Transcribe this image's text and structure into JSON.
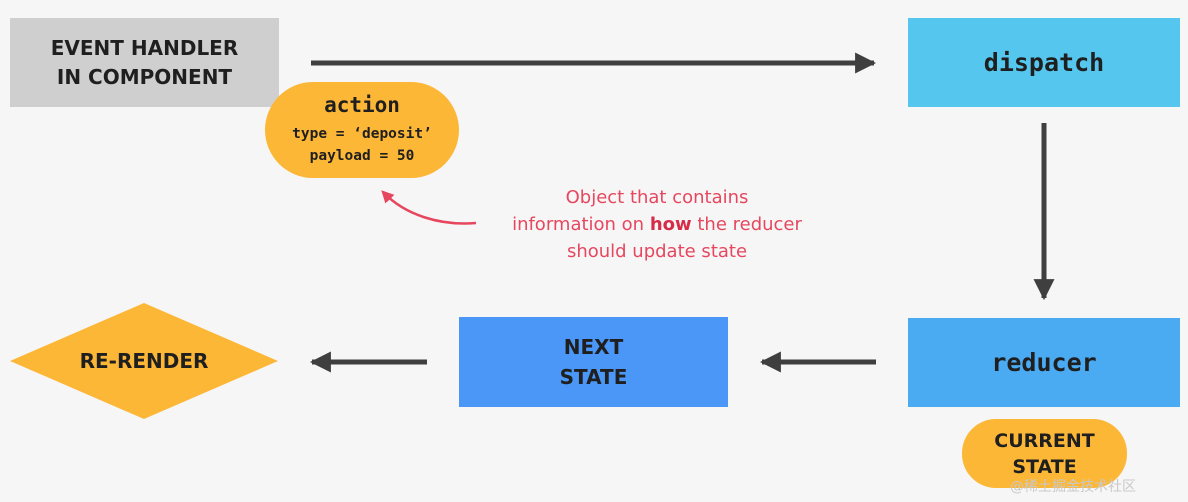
{
  "nodes": {
    "event_handler": {
      "line1": "EVENT HANDLER",
      "line2": "IN COMPONENT"
    },
    "dispatch": {
      "label": "dispatch"
    },
    "action": {
      "title": "action",
      "line1": "type = ‘deposit’",
      "line2": "payload = 50"
    },
    "reducer": {
      "label": "reducer"
    },
    "current_state": {
      "line1": "CURRENT",
      "line2": "STATE"
    },
    "next_state": {
      "line1": "NEXT",
      "line2": "STATE"
    },
    "rerender": {
      "label": "RE-RENDER"
    }
  },
  "annotation": {
    "line1": "Object that contains",
    "line2_pre": "information on ",
    "line2_bold": "how",
    "line2_post": " the reducer",
    "line3": "should update state"
  },
  "watermark": "@稀土掘金技术社区",
  "colors": {
    "background": "#f6f6f6",
    "event_box": "#cfcfcf",
    "dispatch_box": "#55c6ee",
    "reducer_box": "#4aaaf2",
    "next_state_box": "#4a97f7",
    "pill_orange": "#fcb737",
    "arrow": "#3f3f3f",
    "annotation": "#e6475f"
  }
}
